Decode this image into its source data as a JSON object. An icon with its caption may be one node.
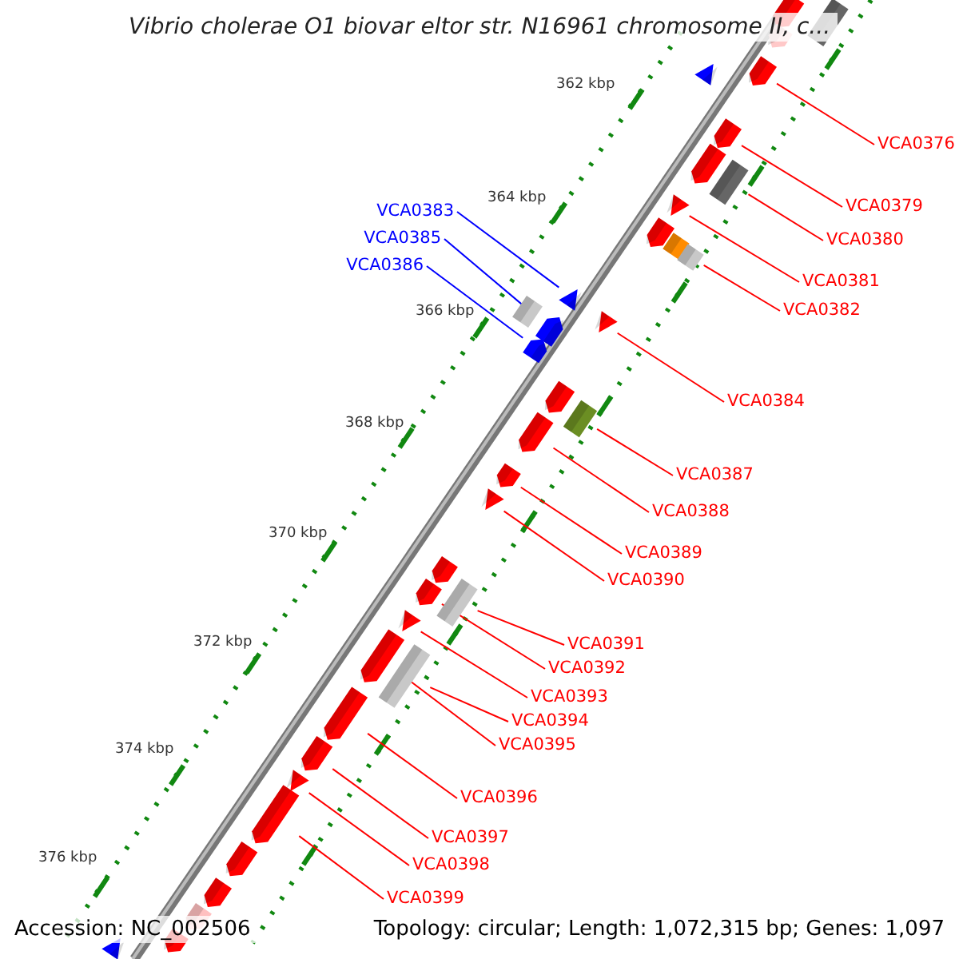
{
  "diagram": {
    "title": "Vibrio cholerae O1 biovar eltor str. N16961 chromosome II, c...",
    "nodes": [
      {
        "text": [
          "VCA0376"
        ]
      },
      {
        "text": [
          "VCA0379"
        ]
      },
      {
        "text": [
          "VCA0380"
        ]
      },
      {
        "text": [
          "VCA0381"
        ]
      },
      {
        "text": [
          "VCA0382"
        ]
      },
      {
        "text": [
          "VCA0383"
        ]
      },
      {
        "text": [
          "VCA0385"
        ]
      },
      {
        "text": [
          "VCA0386"
        ]
      },
      {
        "text": [
          "VCA0384"
        ]
      },
      {
        "text": [
          "VCA0387"
        ]
      },
      {
        "text": [
          "VCA0388"
        ]
      },
      {
        "text": [
          "VCA0389"
        ]
      },
      {
        "text": [
          "VCA0390"
        ]
      },
      {
        "text": [
          "VCA0391"
        ]
      },
      {
        "text": [
          "VCA0392"
        ]
      },
      {
        "text": [
          "VCA0393"
        ]
      },
      {
        "text": [
          "VCA0394"
        ]
      },
      {
        "text": [
          "VCA0395"
        ]
      },
      {
        "text": [
          "VCA0396"
        ]
      },
      {
        "text": [
          "VCA0397"
        ]
      },
      {
        "text": [
          "VCA0398"
        ]
      },
      {
        "text": [
          "VCA0399"
        ]
      },
      {
        "text": [],
        "shape": "arrow"
      },
      {
        "text": [],
        "shape": "bar"
      },
      {
        "text": [],
        "shape": "arrow"
      },
      {
        "text": [],
        "shape": "triangle"
      },
      {
        "text": [],
        "shape": "arrow"
      },
      {
        "text": [],
        "shape": "arrow"
      },
      {
        "text": [],
        "shape": "arrow"
      },
      {
        "text": [],
        "shape": "bar"
      },
      {
        "text": [],
        "shape": "triangle"
      },
      {
        "text": [],
        "shape": "arrow"
      },
      {
        "text": [],
        "shape": "bar"
      },
      {
        "text": [],
        "shape": "bar"
      },
      {
        "text": [],
        "shape": "bar"
      },
      {
        "text": [],
        "shape": "triangle"
      },
      {
        "text": [],
        "shape": "arrow"
      },
      {
        "text": [],
        "shape": "arrow"
      },
      {
        "text": [],
        "shape": "triangle"
      },
      {
        "text": [],
        "shape": "arrow"
      },
      {
        "text": [],
        "shape": "bar"
      },
      {
        "text": [],
        "shape": "arrow"
      },
      {
        "text": [],
        "shape": "arrow"
      },
      {
        "text": [],
        "shape": "triangle"
      },
      {
        "text": [],
        "shape": "arrow"
      },
      {
        "text": [],
        "shape": "arrow"
      },
      {
        "text": [],
        "shape": "bar"
      },
      {
        "text": [],
        "shape": "triangle"
      },
      {
        "text": [],
        "shape": "arrow"
      },
      {
        "text": [],
        "shape": "bar"
      },
      {
        "text": [],
        "shape": "arrow"
      },
      {
        "text": [],
        "shape": "arrow"
      },
      {
        "text": [],
        "shape": "triangle"
      },
      {
        "text": [],
        "shape": "arrow"
      },
      {
        "text": [],
        "shape": "arrow"
      },
      {
        "text": [],
        "shape": "arrow"
      },
      {
        "text": [],
        "shape": "arrow"
      },
      {
        "text": [],
        "shape": "arrow"
      },
      {
        "text": [],
        "shape": "triangle"
      }
    ],
    "edges": [
      {
        "from": 0,
        "to": 26,
        "arrow": "none"
      },
      {
        "from": 1,
        "to": 27,
        "arrow": "none"
      },
      {
        "from": 2,
        "to": 29,
        "arrow": "none"
      },
      {
        "from": 3,
        "to": 30,
        "arrow": "none"
      },
      {
        "from": 4,
        "to": 33,
        "arrow": "none"
      },
      {
        "from": 5,
        "to": 35,
        "arrow": "none",
        "color": "#0000ff"
      },
      {
        "from": 6,
        "to": 36,
        "arrow": "none",
        "color": "#0000ff"
      },
      {
        "from": 7,
        "to": 37,
        "arrow": "none",
        "color": "#0000ff"
      },
      {
        "from": 8,
        "to": 38,
        "arrow": "none"
      },
      {
        "from": 9,
        "to": 40,
        "arrow": "none"
      },
      {
        "from": 10,
        "to": 41,
        "arrow": "none"
      },
      {
        "from": 11,
        "to": 42,
        "arrow": "none"
      },
      {
        "from": 12,
        "to": 43,
        "arrow": "none"
      },
      {
        "from": 13,
        "to": 46,
        "arrow": "none"
      },
      {
        "from": 14,
        "to": 45,
        "arrow": "none"
      },
      {
        "from": 15,
        "to": 47,
        "arrow": "none"
      },
      {
        "from": 16,
        "to": 49,
        "arrow": "none"
      },
      {
        "from": 17,
        "to": 48,
        "arrow": "none"
      },
      {
        "from": 18,
        "to": 50,
        "arrow": "none"
      },
      {
        "from": 19,
        "to": 51,
        "arrow": "none"
      },
      {
        "from": 20,
        "to": 52,
        "arrow": "none"
      },
      {
        "from": 21,
        "to": 53,
        "arrow": "none"
      }
    ],
    "labels": [
      "362 kbp",
      "364 kbp",
      "366 kbp",
      "368 kbp",
      "370 kbp",
      "372 kbp",
      "374 kbp",
      "376 kbp",
      "Accession: NC_002506",
      "Topology: circular; Length: 1,072,315 bp; Genes: 1,097"
    ]
  }
}
